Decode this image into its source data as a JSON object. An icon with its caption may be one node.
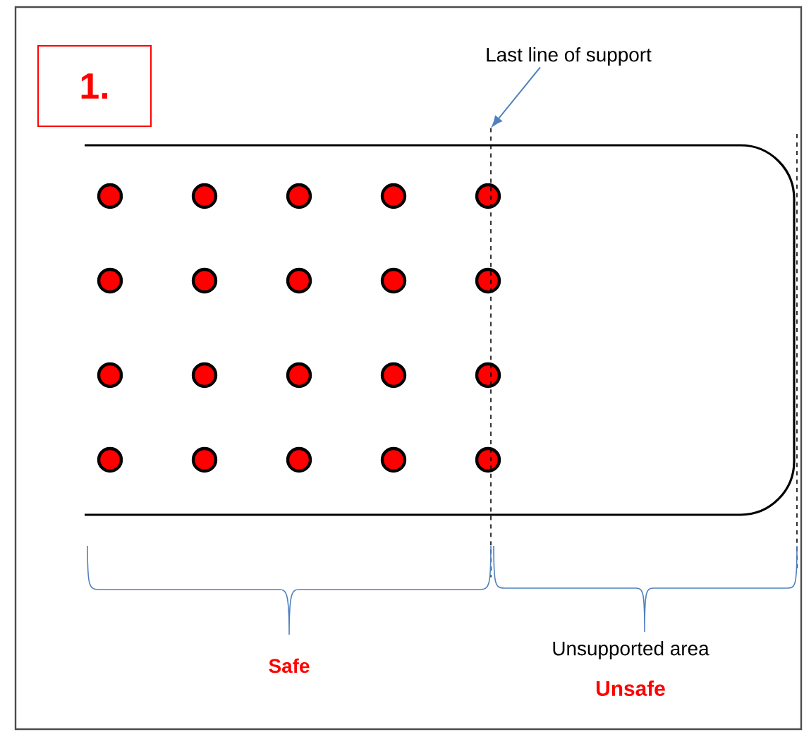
{
  "diagram": {
    "nodes": [
      {
        "text": [
          "1."
        ]
      },
      {
        "text": [
          "Last line of support"
        ]
      },
      {
        "text": [],
        "shape": "line"
      }
    ],
    "edges": [
      {
        "from": 1,
        "to": 2,
        "arrow": "to"
      }
    ],
    "labels": [
      "Safe",
      "Unsupported area",
      "Unsafe"
    ]
  }
}
